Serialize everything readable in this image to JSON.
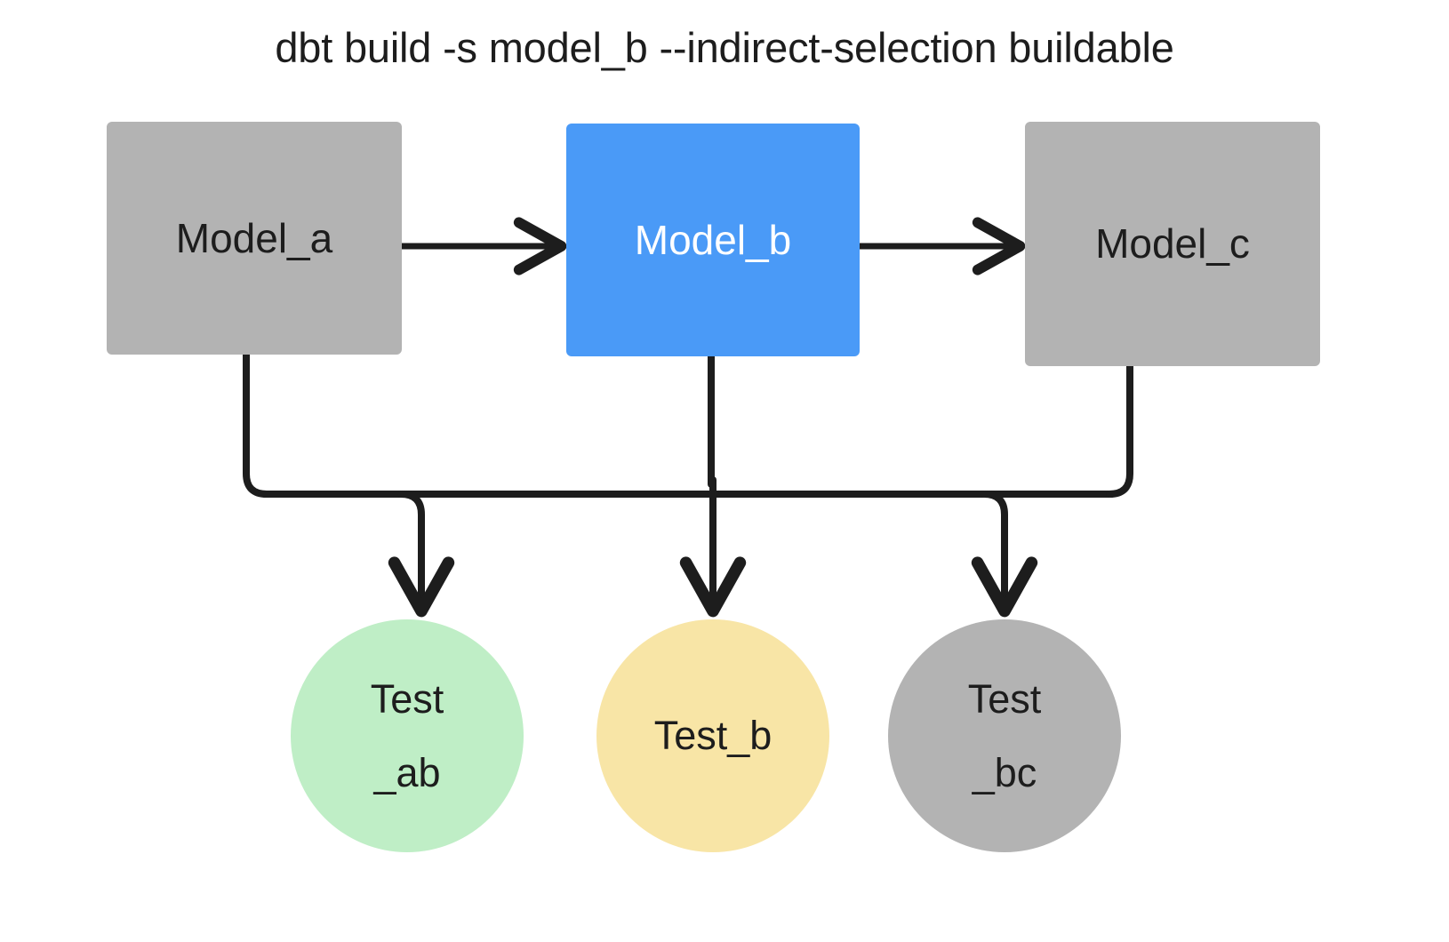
{
  "diagram": {
    "title": "dbt build -s model_b --indirect-selection buildable",
    "background": "#ffffff",
    "edge_color": "#1d1d1d",
    "colors": {
      "selected_blue": "#4a9af7",
      "unselected_gray": "#b3b3b3",
      "test_green": "#bfeec6",
      "test_yellow": "#f8e5a6",
      "text_dark": "#1d1d1d",
      "text_light": "#ffffff"
    },
    "nodes": {
      "model_a": {
        "label": "Model_a",
        "shape": "rectangle",
        "fill": "#b3b3b3",
        "text_color": "#1d1d1d"
      },
      "model_b": {
        "label": "Model_b",
        "shape": "rectangle",
        "fill": "#4a9af7",
        "text_color": "#ffffff"
      },
      "model_c": {
        "label": "Model_c",
        "shape": "rectangle",
        "fill": "#b3b3b3",
        "text_color": "#1d1d1d"
      },
      "test_ab": {
        "label": "Test_ab",
        "line1": "Test",
        "line2": "_ab",
        "shape": "circle",
        "fill": "#bfeec6",
        "text_color": "#1d1d1d"
      },
      "test_b": {
        "label": "Test_b",
        "line1": "Test_b",
        "line2": "",
        "shape": "circle",
        "fill": "#f8e5a6",
        "text_color": "#1d1d1d"
      },
      "test_bc": {
        "label": "Test_bc",
        "line1": "Test",
        "line2": "_bc",
        "shape": "circle",
        "fill": "#b3b3b3",
        "text_color": "#1d1d1d"
      }
    },
    "edges": [
      {
        "from": "model_a",
        "to": "model_b",
        "style": "straight-arrow"
      },
      {
        "from": "model_b",
        "to": "model_c",
        "style": "straight-arrow"
      },
      {
        "from": "model_a",
        "to": "test_ab",
        "style": "orthogonal-arrow"
      },
      {
        "from": "model_b",
        "to": "test_ab",
        "style": "orthogonal-arrow"
      },
      {
        "from": "model_b",
        "to": "test_b",
        "style": "straight-arrow"
      },
      {
        "from": "model_b",
        "to": "test_bc",
        "style": "orthogonal-arrow"
      },
      {
        "from": "model_c",
        "to": "test_bc",
        "style": "orthogonal-arrow"
      }
    ]
  }
}
